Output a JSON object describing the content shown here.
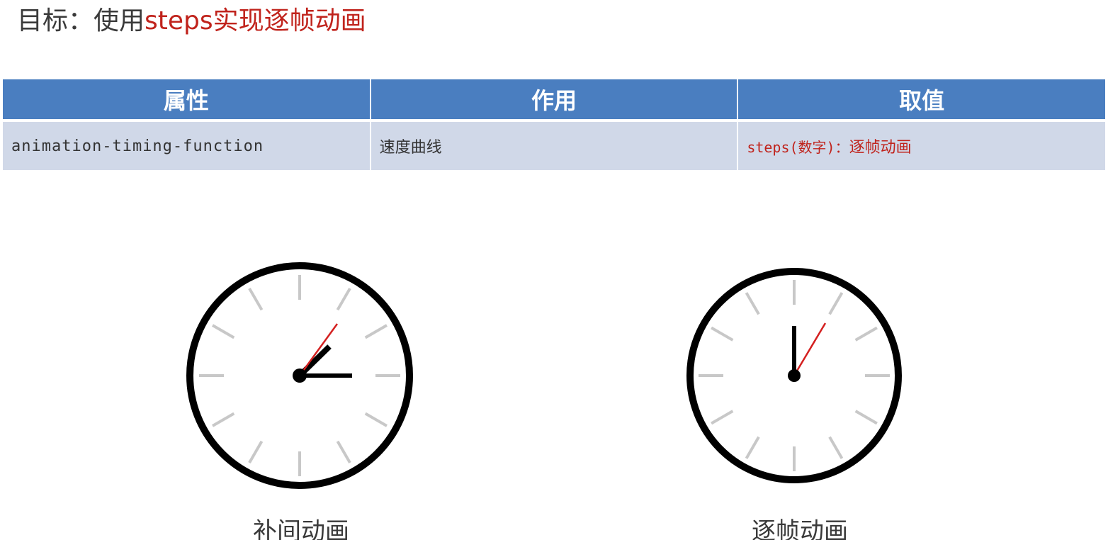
{
  "title": {
    "prefix": "目标：使用",
    "highlight": "steps实现逐帧动画"
  },
  "table": {
    "headers": [
      "属性",
      "作用",
      "取值"
    ],
    "row": {
      "property": "animation-timing-function",
      "effect": "速度曲线",
      "value_code": "steps(数字)：",
      "value_text": "逐帧动画"
    }
  },
  "clocks": {
    "left_caption": "补间动画",
    "right_caption": "逐帧动画"
  },
  "colors": {
    "header_blue": "#4a7ec0",
    "row_bg": "#d0d8e8",
    "accent_red": "#c0231c"
  }
}
